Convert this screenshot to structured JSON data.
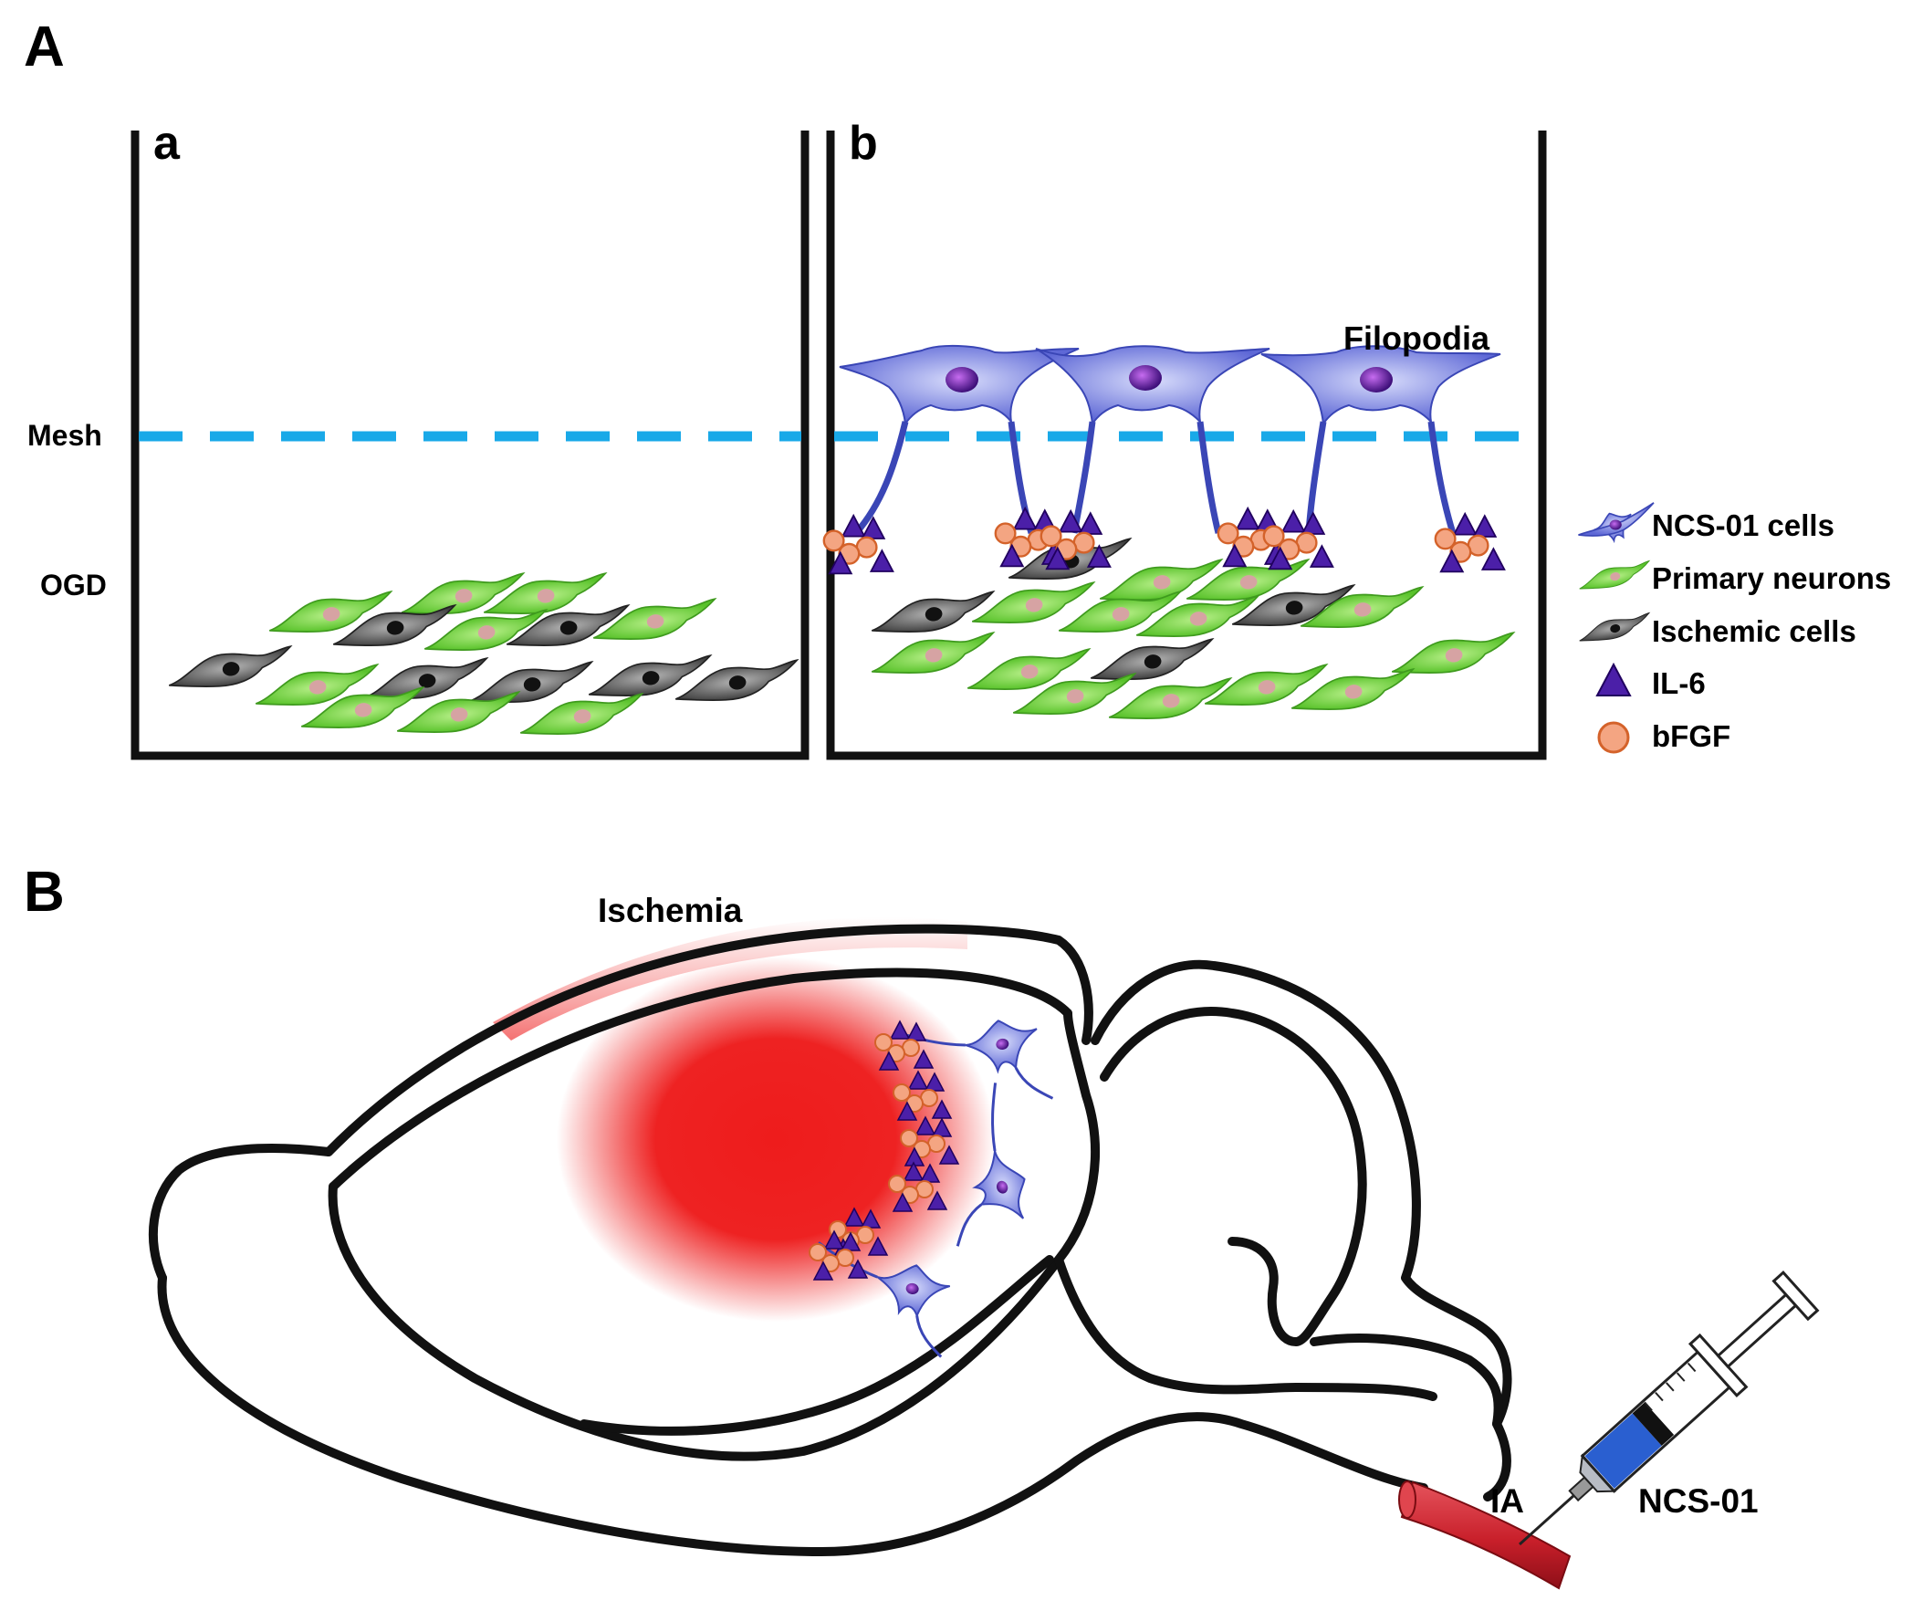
{
  "panel_a": {
    "label": "A",
    "sub_a_label": "a",
    "sub_b_label": "b",
    "mesh_label": "Mesh",
    "ogd_label": "OGD",
    "filopodia_label": "Filopodia"
  },
  "legend": {
    "items": [
      {
        "label": "NCS-01 cells",
        "icon": "ncs01-cell-icon"
      },
      {
        "label": "Primary neurons",
        "icon": "primary-neuron-icon"
      },
      {
        "label": "Ischemic cells",
        "icon": "ischemic-cell-icon"
      },
      {
        "label": "IL-6",
        "icon": "il6-triangle-icon"
      },
      {
        "label": "bFGF",
        "icon": "bfgf-circle-icon"
      }
    ]
  },
  "panel_b": {
    "label": "B",
    "ischemia_label": "Ischemia",
    "ia_label": "IA",
    "ncs01_label": "NCS-01"
  },
  "colors": {
    "mesh": "#19a9e8",
    "neuron": "#66cc33",
    "ischemic": "#555555",
    "ncs01": "#6a78dd",
    "il6": "#4b1fa8",
    "bfgf": "#f4a582",
    "ischemia": "#ee2222",
    "artery": "#c8202a"
  }
}
